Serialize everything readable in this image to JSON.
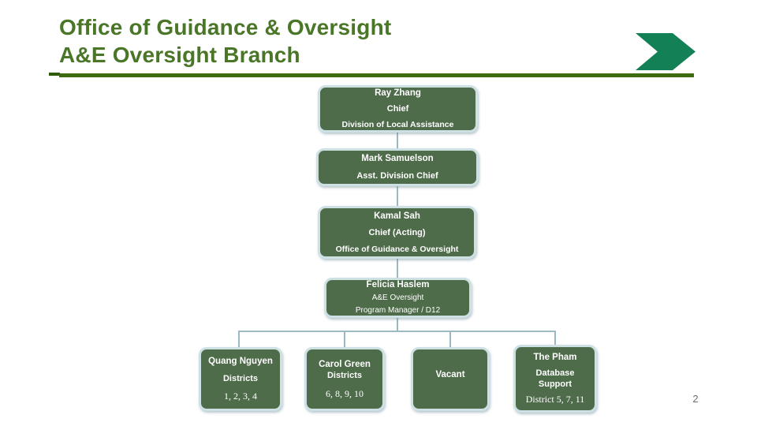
{
  "slide": {
    "title_line1": "Office of Guidance & Oversight",
    "title_line2": "A&E Oversight Branch",
    "page_number": "2"
  },
  "colors": {
    "title_green": "#4a7628",
    "underline_green": "#3e6a10",
    "underline_nub": "#2f5a0a",
    "arrow_green": "#148056",
    "box_fill": "#4e6b4a",
    "box_border": "#cde1e4",
    "connector": "#9db8c2",
    "pagenum_gray": "#6e6e6e"
  },
  "icons": {
    "arrow": "chevron-right-icon"
  },
  "boxes": {
    "ray": {
      "name": "Ray Zhang",
      "role1": "Chief",
      "role2": "Division of Local Assistance"
    },
    "mark": {
      "name": "Mark Samuelson",
      "role1": "Asst. Division Chief"
    },
    "kamal": {
      "name": "Kamal Sah",
      "role1": "Chief (Acting)",
      "role2": "Office of Guidance & Oversight"
    },
    "felicia": {
      "name": "Felicia Haslem",
      "role1": "A&E Oversight",
      "role2": "Program Manager / D12"
    },
    "quang": {
      "name": "Quang Nguyen",
      "role1": "Districts",
      "role2": "1, 2, 3, 4"
    },
    "carol": {
      "name": "Carol Green",
      "role1": "Districts",
      "role2": "6, 8, 9, 10"
    },
    "vacant": {
      "name": "Vacant"
    },
    "pham": {
      "name": "The Pham",
      "role1": "Database",
      "role1b": "Support",
      "role2": "District 5, 7, 11"
    }
  }
}
